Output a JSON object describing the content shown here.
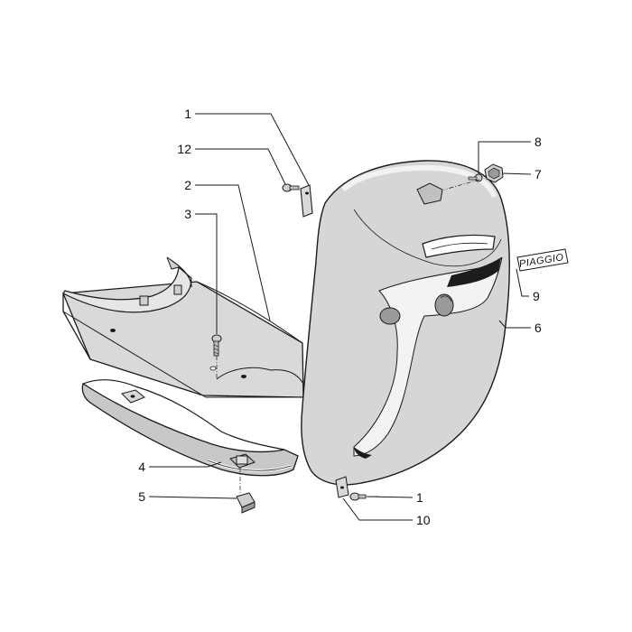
{
  "diagram": {
    "callouts": [
      "1",
      "12",
      "2",
      "3",
      "8",
      "7",
      "9",
      "6",
      "4",
      "5",
      "1",
      "10"
    ],
    "brand_label": "PIAGGIO"
  },
  "colors": {
    "line": "#1a1a1a",
    "part_fill": "#d9d9d9",
    "part_light": "#ececec",
    "part_dark": "#9a9a9a",
    "shadow": "#1c1c1c"
  }
}
